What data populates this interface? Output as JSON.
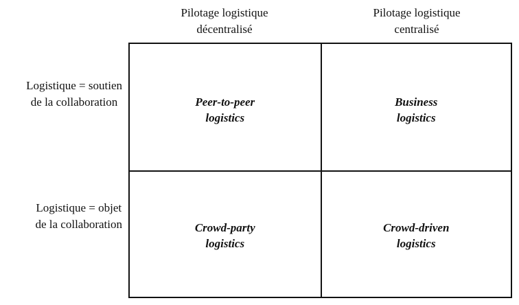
{
  "columns": [
    {
      "line1": "Pilotage logistique",
      "line2": "décentralisé"
    },
    {
      "line1": "Pilotage logistique",
      "line2": "centralisé"
    }
  ],
  "rows": [
    {
      "line1": "Logistique = soutien",
      "line2": "de la collaboration"
    },
    {
      "line1": "Logistique = objet",
      "line2": "de la collaboration"
    }
  ],
  "cells": [
    {
      "line1": "Peer-to-peer",
      "line2": "logistics"
    },
    {
      "line1": "Business",
      "line2": "logistics"
    },
    {
      "line1": "Crowd-party",
      "line2": "logistics"
    },
    {
      "line1": "Crowd-driven",
      "line2": "logistics"
    }
  ]
}
